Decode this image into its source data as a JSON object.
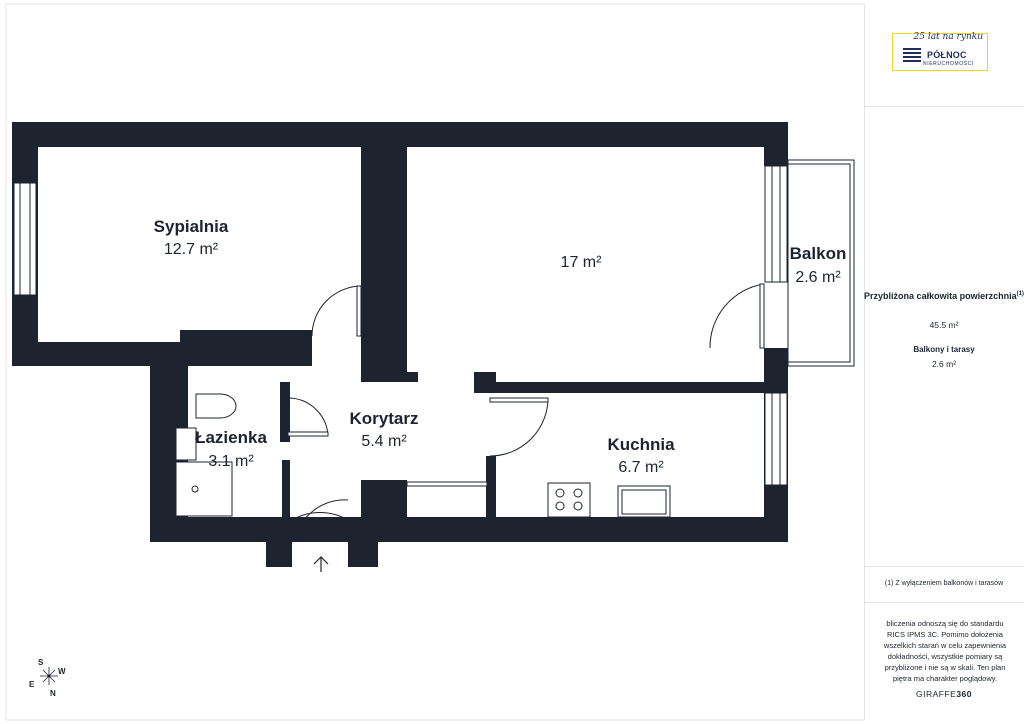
{
  "rooms": [
    {
      "name": "Sypialnia",
      "area": "12.7 m²"
    },
    {
      "name": "",
      "area": "17 m²"
    },
    {
      "name": "Balkon",
      "area": "2.6 m²"
    },
    {
      "name": "Korytarz",
      "area": "5.4 m²"
    },
    {
      "name": "Łazienka",
      "area": "3.1 m²"
    },
    {
      "name": "Kuchnia",
      "area": "6.7 m²"
    }
  ],
  "compass": {
    "s": "S",
    "w": "W",
    "e": "E",
    "n": "N"
  },
  "sidebar": {
    "logo": {
      "tagline": "25 lat na rynku",
      "name": "PÓŁNOC",
      "sub": "NIERUCHOMOŚCI"
    },
    "total_label": "Przybliżona całkowita powierzchnia",
    "total_footnote": "(1)",
    "total_value": "45.5 m²",
    "balconies_label": "Balkony i tarasy",
    "balconies_value": "2.6 m²",
    "footnote": "(1) Z wyłączeniem balkonów i tarasów",
    "disclaimer": "bliczenia odnoszą się do standardu RICS IPMS 3C. Pomimo dołożenia wszelkich starań w celu zapewnienia dokładności, wszystkie pomiary są przybliżone i nie są w skali. Ten plan piętra ma charakter poglądowy.",
    "brand_light": "GIRAFFE",
    "brand_bold": "360"
  },
  "colors": {
    "wall": "#1e2330",
    "line": "#1e2330",
    "accent": "#f0d22a"
  }
}
